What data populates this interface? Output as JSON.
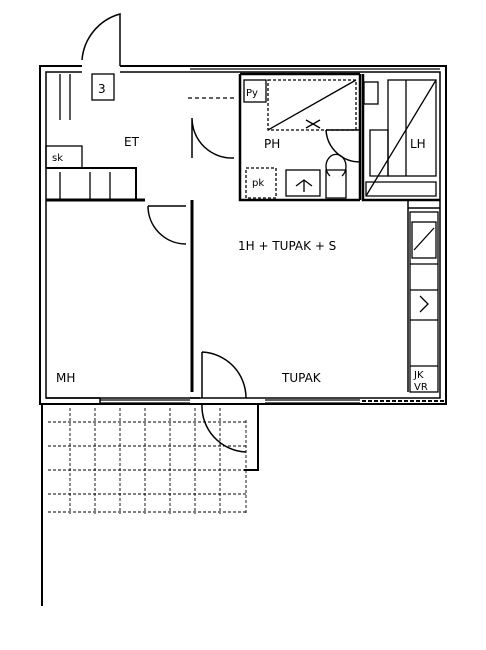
{
  "rooms": {
    "et": "ET",
    "ph": "PH",
    "lh": "LH",
    "mh": "MH",
    "living_kitchen": "1H + TUPAK + S",
    "tupak": "TUPAK"
  },
  "fixtures": {
    "sk": "sk",
    "py": "Py",
    "pk": "pk",
    "door_number": "3",
    "jk": "JK",
    "vr": "VR"
  }
}
